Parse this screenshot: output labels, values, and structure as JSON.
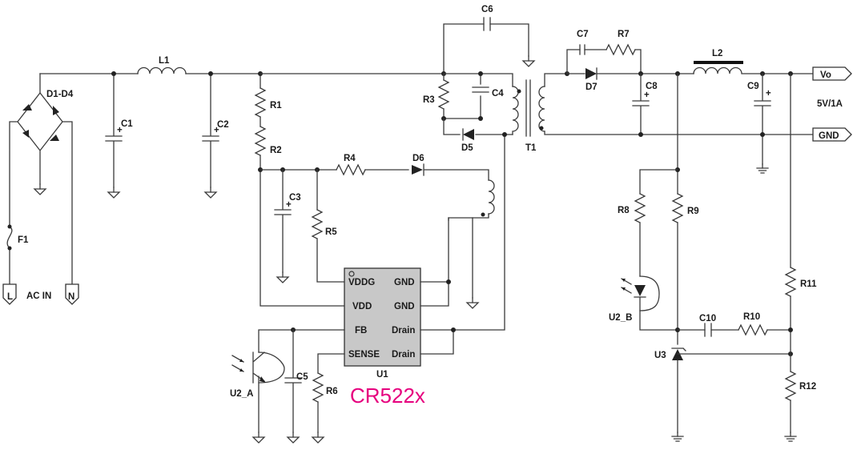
{
  "diagram": {
    "type": "circuit-schematic",
    "part_number": "CR522x",
    "ports": {
      "vo": "Vo",
      "gnd": "GND"
    },
    "output_rating": "5V/1A",
    "ac_input": {
      "label": "AC IN",
      "line": "L",
      "neutral": "N"
    },
    "ic": {
      "ref": "U1",
      "pins": {
        "vddg": "VDDG",
        "vdd": "VDD",
        "fb": "FB",
        "sense": "SENSE",
        "gnd1": "GND",
        "gnd2": "GND",
        "drain1": "Drain",
        "drain2": "Drain"
      }
    },
    "designators": {
      "bridge": "D1-D4",
      "fuse": "F1",
      "l1": "L1",
      "l2": "L2",
      "c1": "C1",
      "c2": "C2",
      "c3": "C3",
      "c4": "C4",
      "c5": "C5",
      "c6": "C6",
      "c7": "C7",
      "c8": "C8",
      "c9": "C9",
      "c10": "C10",
      "r1": "R1",
      "r2": "R2",
      "r3": "R3",
      "r4": "R4",
      "r5": "R5",
      "r6": "R6",
      "r7": "R7",
      "r8": "R8",
      "r9": "R9",
      "r10": "R10",
      "r11": "R11",
      "r12": "R12",
      "d5": "D5",
      "d6": "D6",
      "d7": "D7",
      "t1": "T1",
      "u2a": "U2_A",
      "u2b": "U2_B",
      "u3": "U3"
    }
  }
}
